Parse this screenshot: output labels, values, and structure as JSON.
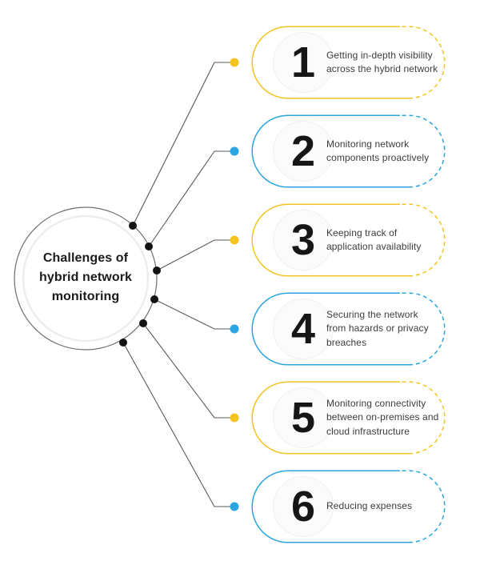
{
  "colors": {
    "yellow": "#F3C41F",
    "blue": "#2AA5DF",
    "line_gray": "#59595B",
    "node_black": "#131313",
    "circle_stroke": "#6E6E6E",
    "inner_ring": "#EDEDED",
    "title_black": "#1B1B1B",
    "number_black": "#161616",
    "text_gray": "#3C3C3C",
    "num_circle_bg": "#FBFBFB",
    "num_circle_border": "#F0F0F0"
  },
  "center": {
    "title": "Challenges of\nhybrid network\nmonitoring"
  },
  "items": [
    {
      "number": "1",
      "color": "yellow",
      "text": "Getting in-depth visibility\nacross the hybrid network"
    },
    {
      "number": "2",
      "color": "blue",
      "text": "Monitoring network\ncomponents proactively"
    },
    {
      "number": "3",
      "color": "yellow",
      "text": "Keeping track of\napplication availability"
    },
    {
      "number": "4",
      "color": "blue",
      "text": "Securing the network\nfrom hazards or privacy\nbreaches"
    },
    {
      "number": "5",
      "color": "yellow",
      "text": "Monitoring connectivity\nbetween on-premises and\ncloud infrastructure"
    },
    {
      "number": "6",
      "color": "blue",
      "text": "Reducing expenses"
    }
  ]
}
